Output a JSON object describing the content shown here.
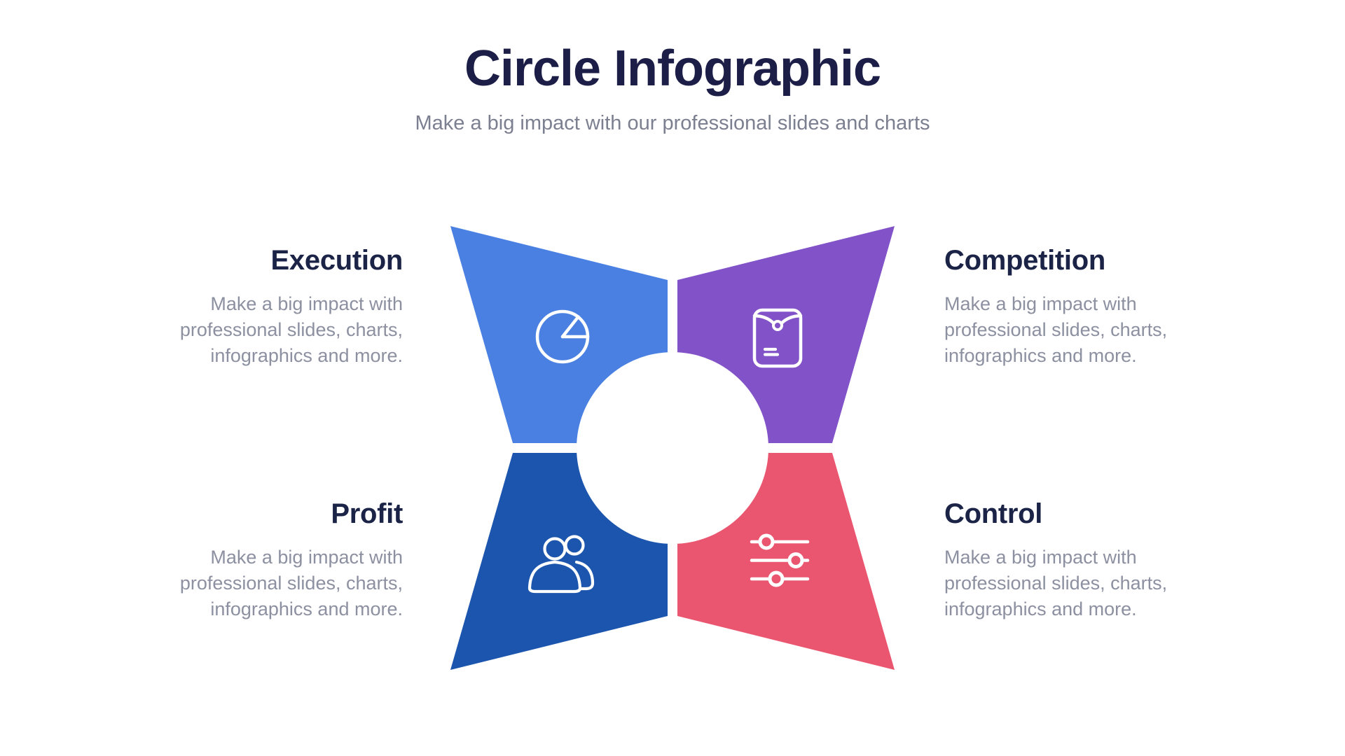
{
  "header": {
    "title": "Circle Infographic",
    "subtitle": "Make a big impact with our professional slides and charts"
  },
  "cards": [
    {
      "id": "execution",
      "label": "Execution",
      "body_lines": [
        "Make a big impact with",
        "professional slides, charts,",
        "infographics and more."
      ],
      "color": "#4A80E2",
      "icon": "pie-chart-icon",
      "position": "top-left"
    },
    {
      "id": "competition",
      "label": "Competition",
      "body_lines": [
        "Make a big impact with",
        "professional slides, charts,",
        "infographics and more."
      ],
      "color": "#8253C8",
      "icon": "envelope-icon",
      "position": "top-right"
    },
    {
      "id": "profit",
      "label": "Profit",
      "body_lines": [
        "Make a big impact with",
        "professional slides, charts,",
        "infographics and more."
      ],
      "color": "#1C55AD",
      "icon": "users-icon",
      "position": "bottom-left"
    },
    {
      "id": "control",
      "label": "Control",
      "body_lines": [
        "Make a big impact with",
        "professional slides, charts,",
        "infographics and more."
      ],
      "color": "#EA5670",
      "icon": "sliders-icon",
      "position": "bottom-right"
    }
  ],
  "colors": {
    "background": "#FFFFFF",
    "title_text": "#1C1E47",
    "heading_text": "#1B2347",
    "body_text": "#8C90A0",
    "subtitle_text": "#7B7F90",
    "icon_stroke": "#FFFFFF",
    "center_circle": "#FFFFFF"
  }
}
